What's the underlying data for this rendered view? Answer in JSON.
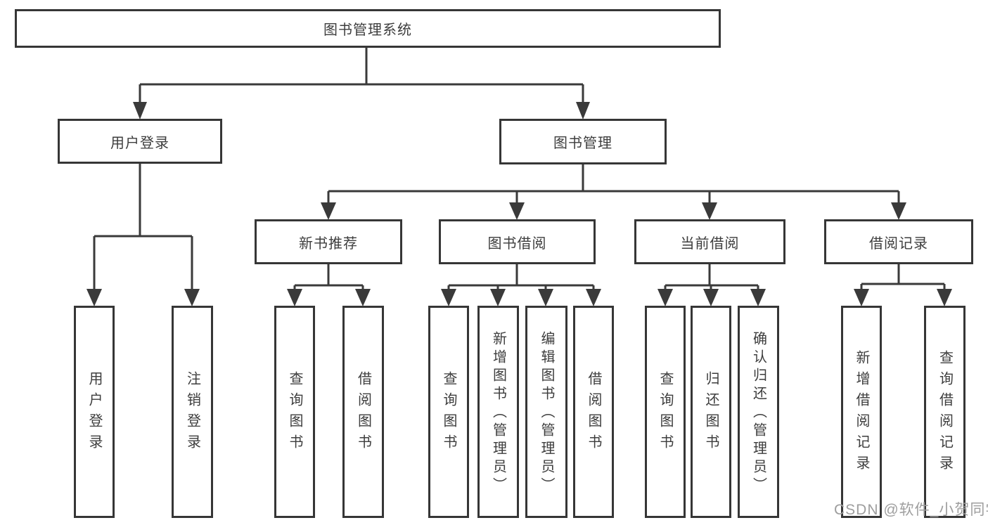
{
  "diagram_title": "图书管理系统",
  "tree": {
    "label": "图书管理系统",
    "children": [
      {
        "label": "用户登录",
        "children": [
          {
            "label": "用户登录"
          },
          {
            "label": "注销登录"
          }
        ]
      },
      {
        "label": "图书管理",
        "children": [
          {
            "label": "新书推荐",
            "children": [
              {
                "label": "查询图书"
              },
              {
                "label": "借阅图书"
              }
            ]
          },
          {
            "label": "图书借阅",
            "children": [
              {
                "label": "查询图书"
              },
              {
                "label": "新增图书（管理员）"
              },
              {
                "label": "编辑图书（管理员）"
              },
              {
                "label": "借阅图书"
              }
            ]
          },
          {
            "label": "当前借阅",
            "children": [
              {
                "label": "查询图书"
              },
              {
                "label": "归还图书"
              },
              {
                "label": "确认归还（管理员）"
              }
            ]
          },
          {
            "label": "借阅记录",
            "children": [
              {
                "label": "新增借阅记录"
              },
              {
                "label": "查询借阅记录"
              }
            ]
          }
        ]
      }
    ]
  },
  "watermark": "CSDN @软件_小贺同学",
  "colors": {
    "line": "#3a3a3a",
    "box_border": "#363636",
    "text": "#3d3d3d",
    "watermark": "#9e9e9e",
    "background": "#ffffff"
  }
}
